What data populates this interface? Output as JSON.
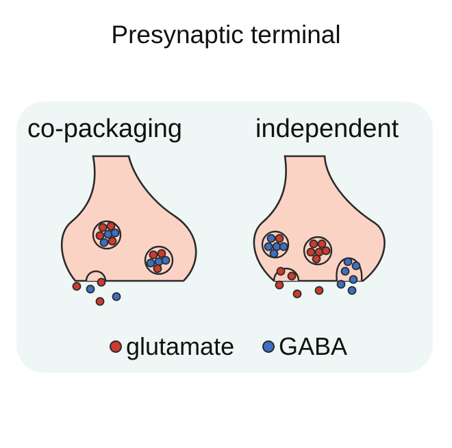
{
  "title": "Presynaptic terminal",
  "panels": [
    {
      "label": "co-packaging"
    },
    {
      "label": "independent"
    }
  ],
  "legend": [
    {
      "label": "glutamate",
      "color": "#cc3b2e"
    },
    {
      "label": "GABA",
      "color": "#3d6fc2"
    }
  ],
  "colors": {
    "terminal_fill": "#fbd3c5",
    "outline": "#2a2a2a",
    "panel_background": "#eef7f5",
    "glutamate": "#cc3b2e",
    "gaba": "#3d6fc2"
  }
}
